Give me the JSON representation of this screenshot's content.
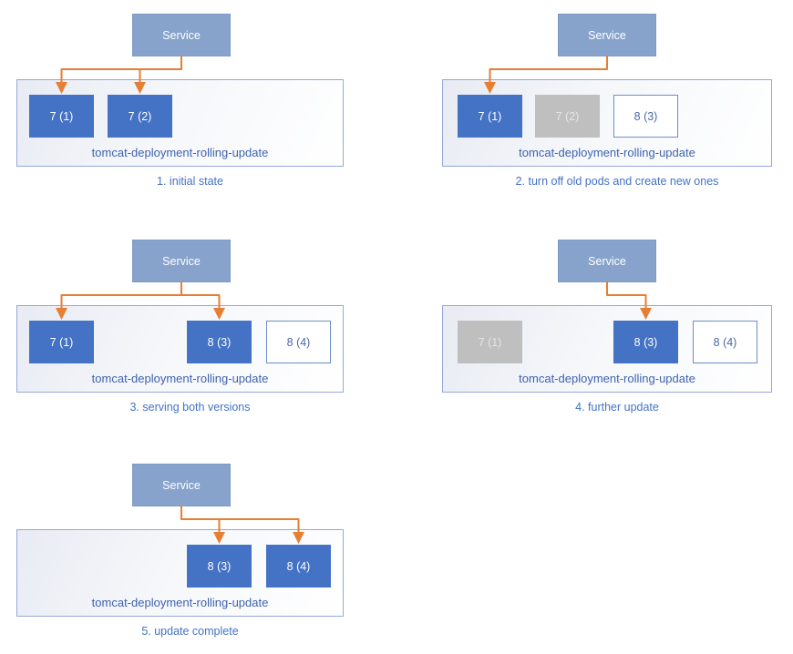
{
  "diagram": {
    "service_label": "Service",
    "deployment_label": "tomcat-deployment-rolling-update",
    "colors": {
      "service_fill": "#87A3CC",
      "service_border": "#7C99C5",
      "pod_active_fill": "#4472C4",
      "pod_active_border": "#4472C4",
      "pod_active_text": "#FFFFFF",
      "pod_inactive_fill": "#BFBFBF",
      "pod_inactive_border": "#BFBFBF",
      "pod_inactive_text": "#E5E5E5",
      "pod_new_fill": "#FFFFFF",
      "pod_new_border": "#6C8EC9",
      "pod_new_text": "#4A69A5",
      "container_border": "#95A9D8",
      "deployment_text": "#3F63AE",
      "caption_text": "#4472C4",
      "arrow": "#E67E33"
    },
    "panels": [
      {
        "caption": "1. initial state",
        "pods": [
          {
            "label": "7 (1)",
            "state": "active",
            "slot": 0
          },
          {
            "label": "7 (2)",
            "state": "active",
            "slot": 1
          }
        ],
        "arrow_target_slots": [
          0,
          1
        ]
      },
      {
        "caption": "2. turn off old pods and create new ones",
        "pods": [
          {
            "label": "7 (1)",
            "state": "active",
            "slot": 0
          },
          {
            "label": "7 (2)",
            "state": "inactive",
            "slot": 1
          },
          {
            "label": "8 (3)",
            "state": "new",
            "slot": 2
          }
        ],
        "arrow_target_slots": [
          0
        ]
      },
      {
        "caption": "3. serving both versions",
        "pods": [
          {
            "label": "7 (1)",
            "state": "active",
            "slot": 0
          },
          {
            "label": "8 (3)",
            "state": "active",
            "slot": 2
          },
          {
            "label": "8 (4)",
            "state": "new",
            "slot": 3
          }
        ],
        "arrow_target_slots": [
          0,
          2
        ]
      },
      {
        "caption": "4. further update",
        "pods": [
          {
            "label": "7 (1)",
            "state": "inactive",
            "slot": 0
          },
          {
            "label": "8 (3)",
            "state": "active",
            "slot": 2
          },
          {
            "label": "8 (4)",
            "state": "new",
            "slot": 3
          }
        ],
        "arrow_target_slots": [
          2
        ]
      },
      {
        "caption": "5. update complete",
        "pods": [
          {
            "label": "8 (3)",
            "state": "active",
            "slot": 2
          },
          {
            "label": "8 (4)",
            "state": "active",
            "slot": 3
          }
        ],
        "arrow_target_slots": [
          2,
          3
        ]
      }
    ]
  }
}
